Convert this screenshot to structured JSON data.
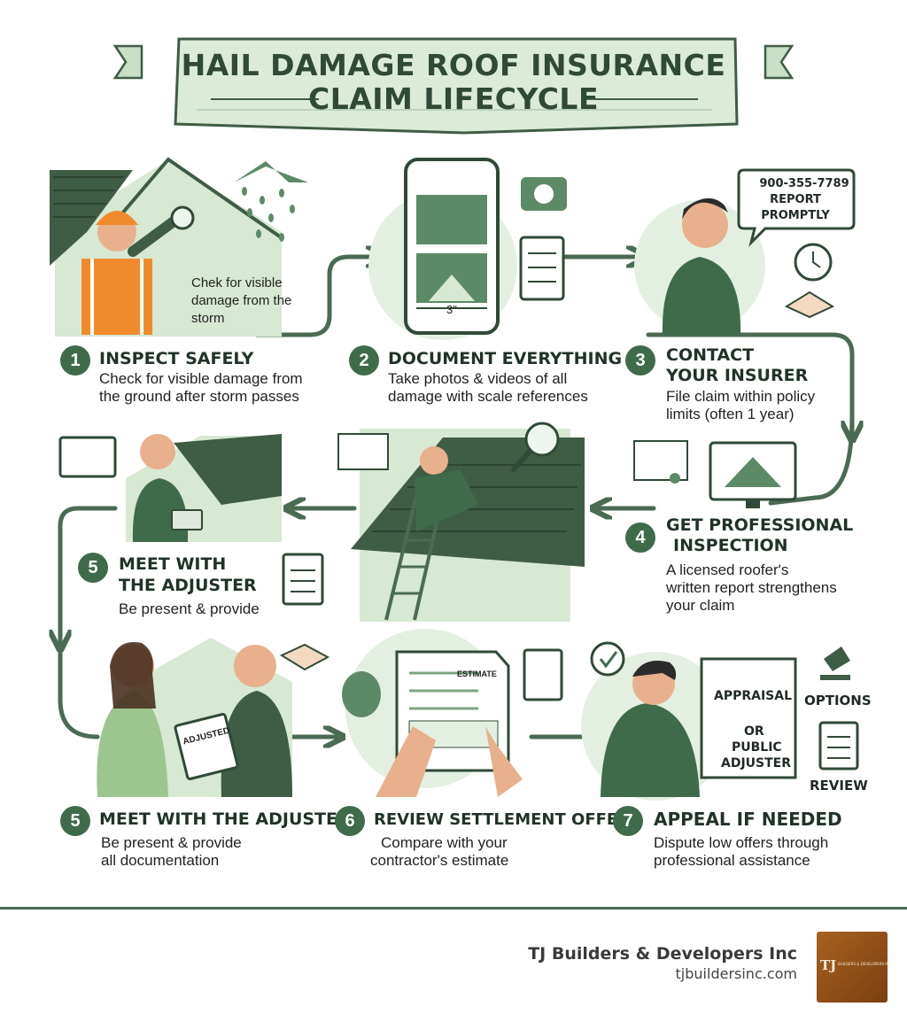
{
  "title": {
    "line1": "HAIL DAMAGE ROOF INSURANCE",
    "line2": "CLAIM LIFECYCLE"
  },
  "steps": [
    {
      "num": "1",
      "head": "INSPECT SAFELY",
      "desc1": "Check for visible damage from",
      "desc2": "the ground after storm passes",
      "caption1": "Chek for visible",
      "caption2": "damage from the",
      "caption3": "storm"
    },
    {
      "num": "2",
      "head": "DOCUMENT EVERYTHING",
      "desc1": "Take photos & videos of all",
      "desc2": "damage with scale references",
      "scale": "3\""
    },
    {
      "num": "3",
      "head1": "CONTACT",
      "head2": "YOUR INSURER",
      "desc1": "File claim within policy",
      "desc2": "limits (often 1 year)",
      "bubble1": "900-355-7789",
      "bubble2": "REPORT",
      "bubble3": "PROMPTLY"
    },
    {
      "num": "4",
      "head1": "GET PROFESSIONAL",
      "head2": "INSPECTION",
      "desc1": "A licensed roofer's",
      "desc2": "written report strengthens",
      "desc3": "your claim"
    },
    {
      "num": "5",
      "head1": "MEET WITH",
      "head2": "THE ADJUSTER",
      "desc1": "Be present & provide"
    },
    {
      "num": "5",
      "head": "MEET WITH THE ADJUSTER",
      "desc1": "Be present & provide",
      "desc2": "all documentation",
      "clipboard": "ADJUSTED"
    },
    {
      "num": "6",
      "head": "REVIEW SETTLEMENT OFFER",
      "desc1": "Compare with your",
      "desc2": "contractor's estimate",
      "doc": "ESTIMATE"
    },
    {
      "num": "7",
      "head": "APPEAL IF NEEDED",
      "desc1": "Dispute low offers through",
      "desc2": "professional assistance",
      "paper1": "APPRAISAL",
      "paper2": "OR",
      "paper3": "PUBLIC",
      "paper4": "ADJUSTER",
      "options": "OPTIONS",
      "review": "REVIEW"
    }
  ],
  "footer": {
    "company": "TJ Builders & Developers Inc",
    "url": "tjbuildersinc.com",
    "logo_mono": "TJ",
    "logo_sub": "BUILDERS & DEVELOPERS INC."
  },
  "colors": {
    "dark_green": "#3f6b4a",
    "mid_green": "#5d8a66",
    "light_green": "#d9ecd9",
    "pale_green": "#e8f3e6",
    "orange": "#f08a2c",
    "brand_brown": "#9a5519"
  }
}
